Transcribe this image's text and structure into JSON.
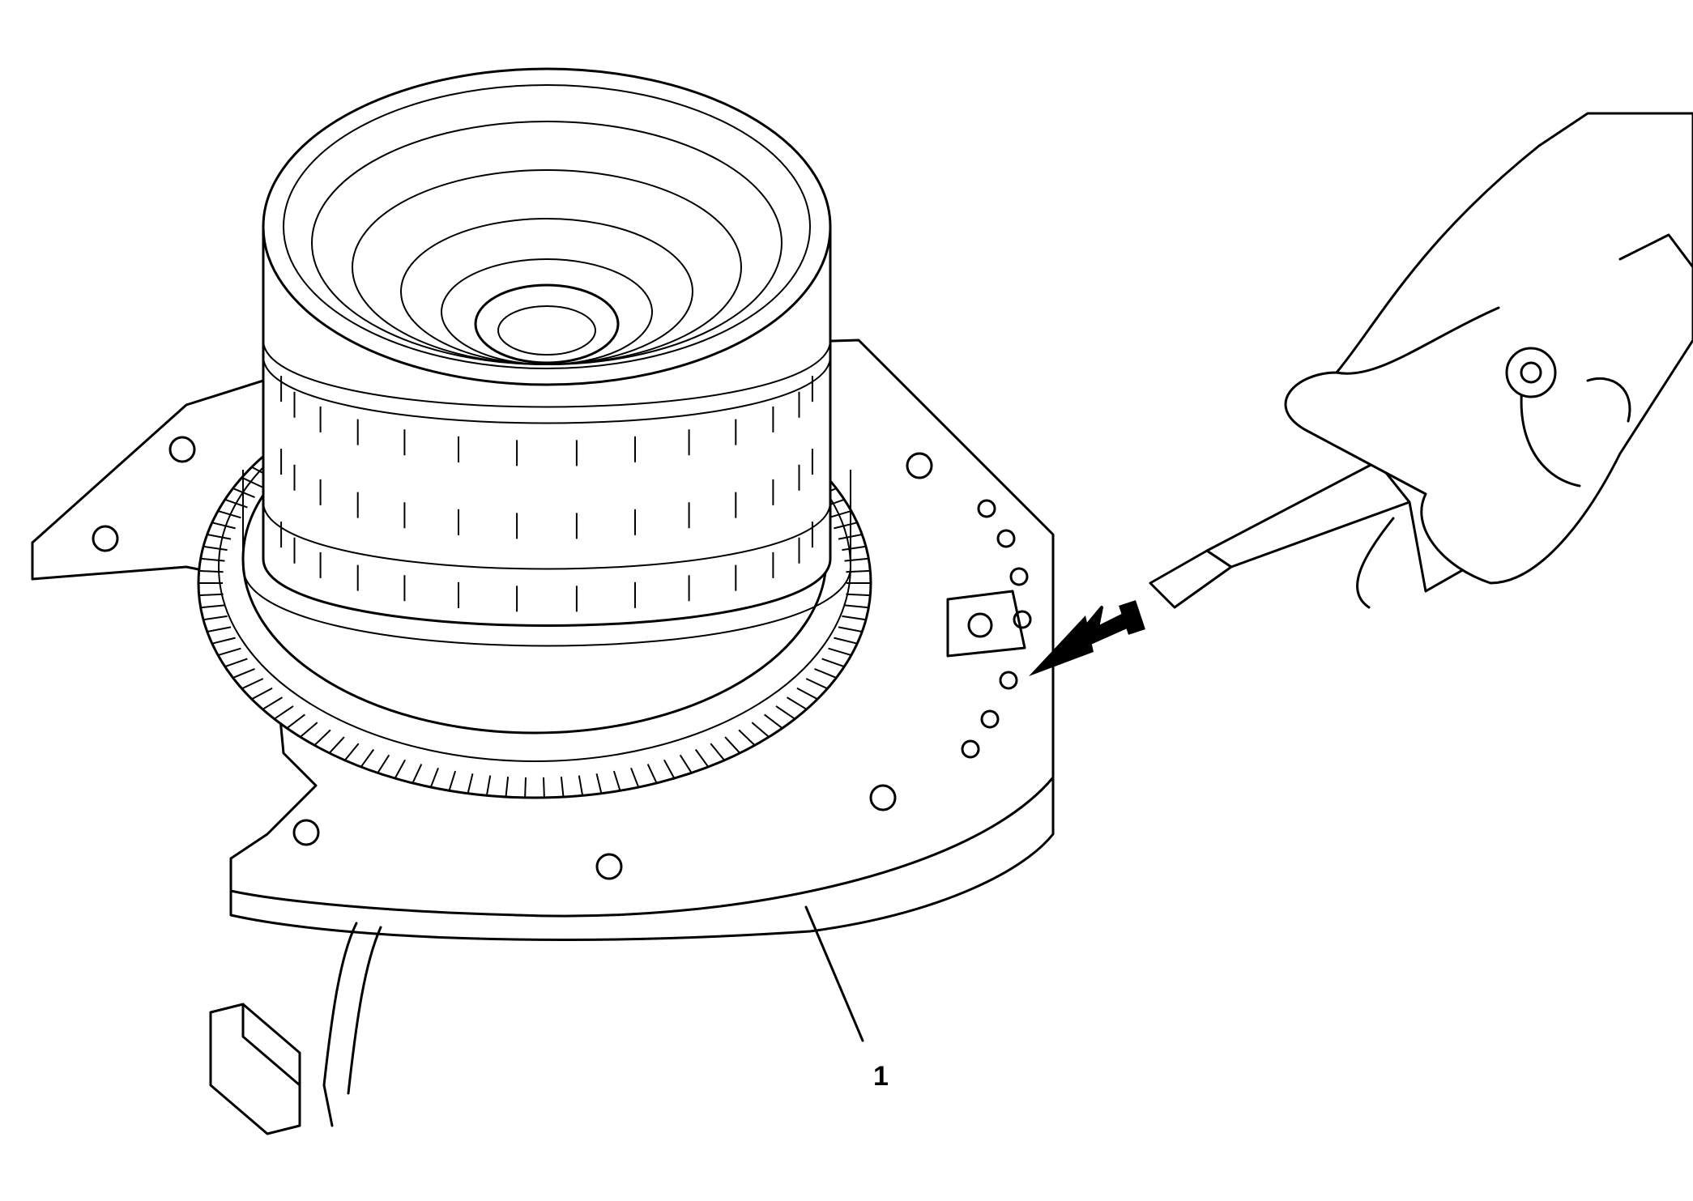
{
  "callouts": [
    {
      "id": "1",
      "label": "1"
    }
  ],
  "icons": {
    "assembly": "transmission-clutch-housing-assembly",
    "arrow": "arrow-icon",
    "tool": "air-nozzle-icon",
    "hand": "hand-icon"
  },
  "colors": {
    "line": "#000000",
    "background": "#ffffff"
  }
}
